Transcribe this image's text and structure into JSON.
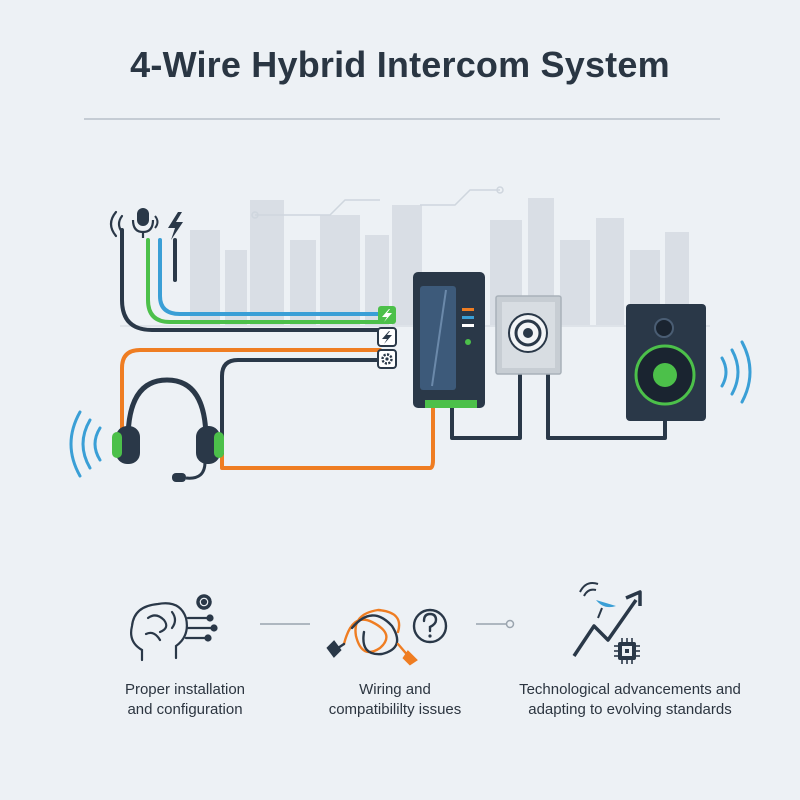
{
  "title": "4-Wire Hybrid Intercom System",
  "colors": {
    "background": "#edf1f5",
    "navy": "#2a3848",
    "green": "#4cc04a",
    "blue": "#3a9fd6",
    "orange": "#ef7d22",
    "skyline": "#c9d0d8"
  },
  "components": {
    "headset": {
      "icon": "headset-icon"
    },
    "hybrid_unit": {
      "icon": "hybrid-unit-icon"
    },
    "wall_panel": {
      "icon": "wall-panel-icon"
    },
    "speaker": {
      "icon": "speaker-icon"
    },
    "signal_icons": [
      "sound-wave-icon",
      "microphone-icon",
      "lightning-icon"
    ],
    "connector_badges": [
      "lightning-icon",
      "lightning-icon",
      "gear-icon"
    ]
  },
  "captions": [
    {
      "icon": "brain-gear-icon",
      "text": "Proper installation\nand configuration"
    },
    {
      "icon": "tangled-cable-question-icon",
      "text": "Wiring and\ncompatibililty issues"
    },
    {
      "icon": "signal-trend-chip-icon",
      "text": "Technological advancements and\nadapting to evolving standards"
    }
  ]
}
